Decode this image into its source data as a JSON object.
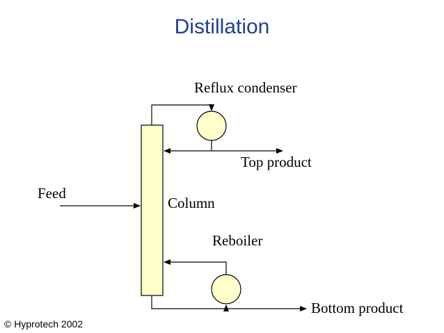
{
  "title": "Distillation",
  "labels": {
    "reflux_condenser": "Reflux condenser",
    "top_product": "Top product",
    "feed": "Feed",
    "column": "Column",
    "reboiler": "Reboiler",
    "bottom_product": "Bottom product"
  },
  "copyright": "© Hyprotech 2002",
  "colors": {
    "title": "#1f3d99",
    "equipment_fill": "#ffffcc",
    "line": "#000000"
  }
}
